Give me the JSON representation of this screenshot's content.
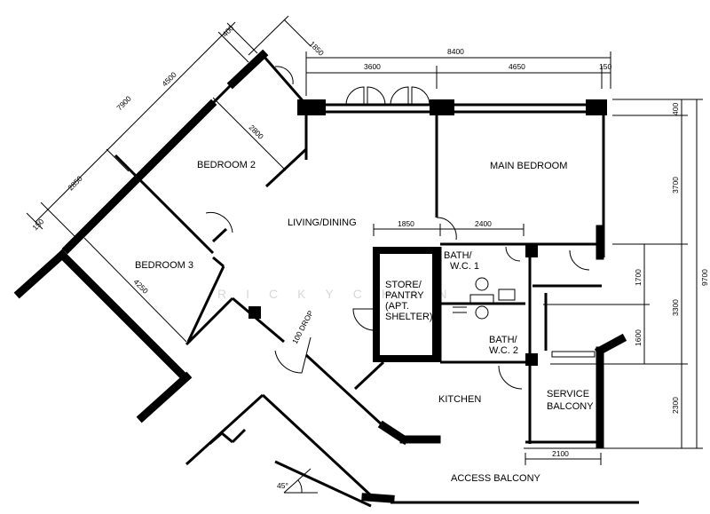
{
  "rooms": {
    "bedroom2": "BEDROOM 2",
    "bedroom3": "BEDROOM 3",
    "main_bedroom": "MAIN BEDROOM",
    "living_dining": "LIVING/DINING",
    "store_line1": "STORE/",
    "store_line2": "PANTRY",
    "store_line3": "(APT.",
    "store_line4": "SHELTER)",
    "bath1_line1": "BATH/",
    "bath1_line2": "W.C. 1",
    "bath2_line1": "BATH/",
    "bath2_line2": "W.C. 2",
    "kitchen": "KITCHEN",
    "service_line1": "SERVICE",
    "service_line2": "BALCONY",
    "access_balcony": "ACCESS BALCONY"
  },
  "dimensions": {
    "d7900": "7900",
    "d4500": "4500",
    "d400a": "400",
    "d1850a": "1850",
    "d2850": "2850",
    "d150a": "150",
    "d2800": "2800",
    "d4250": "4250",
    "d8400": "8400",
    "d3600": "3600",
    "d4650": "4650",
    "d150b": "150",
    "d400b": "400",
    "d3700": "3700",
    "d9700": "9700",
    "d1700": "1700",
    "d3300": "3300",
    "d1600": "1600",
    "d2300": "2300",
    "d1850b": "1850",
    "d2400": "2400",
    "d2100": "2100",
    "drop": "100 DROP",
    "angle": "45°"
  },
  "watermark": "RICKYCHAN"
}
